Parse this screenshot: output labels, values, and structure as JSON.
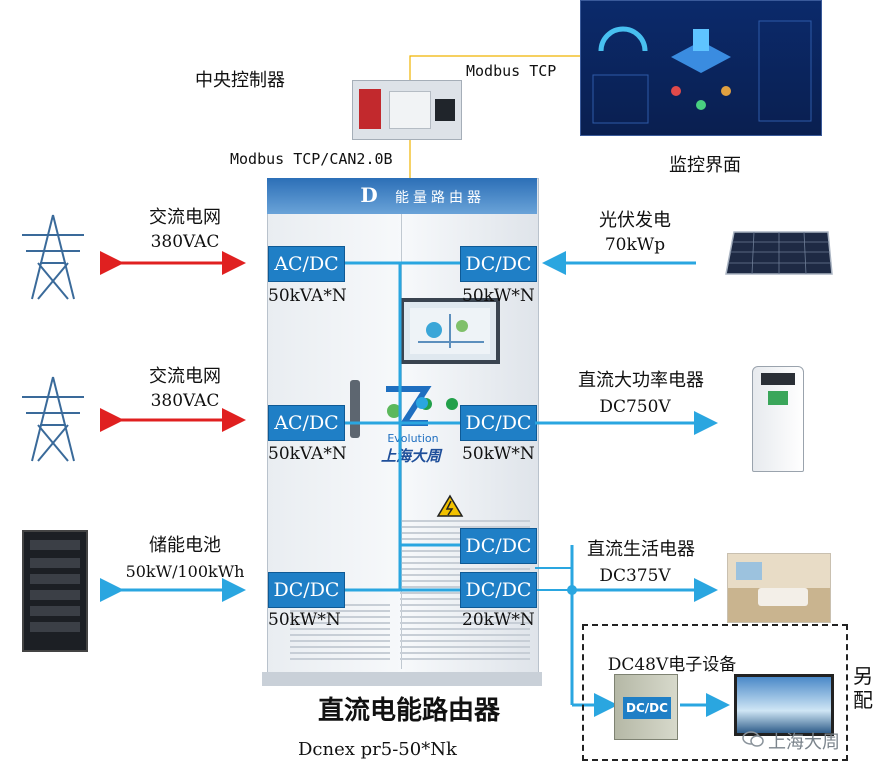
{
  "central_controller": {
    "title": "中央控制器"
  },
  "protocols": {
    "top": "Modbus TCP",
    "left": "Modbus TCP/CAN2.0B"
  },
  "monitor": {
    "title": "监控界面"
  },
  "cabinet": {
    "name_plate": "能量路由器"
  },
  "left_sources": [
    {
      "title": "交流电网",
      "value": "380VAC"
    },
    {
      "title": "交流电网",
      "value": "380VAC"
    },
    {
      "title": "储能电池",
      "value": "50kW/100kWh"
    }
  ],
  "right_loads": [
    {
      "title": "光伏发电",
      "value": "70kWp"
    },
    {
      "title": "直流大功率电器",
      "value": "DC750V"
    },
    {
      "title": "直流生活电器",
      "value": "DC375V"
    }
  ],
  "converters": {
    "left": [
      {
        "type": "AC/DC",
        "rating": "50kVA*N"
      },
      {
        "type": "AC/DC",
        "rating": "50kVA*N"
      },
      {
        "type": "DC/DC",
        "rating": "50kW*N"
      }
    ],
    "right": [
      {
        "type": "DC/DC",
        "rating": "50kW*N"
      },
      {
        "type": "DC/DC",
        "rating": "50kW*N"
      },
      {
        "type": "DC/DC",
        "rating": ""
      },
      {
        "type": "DC/DC",
        "rating": "20kW*N"
      }
    ]
  },
  "logo": {
    "name": "Evolution",
    "cn": "上海大周"
  },
  "extra": {
    "device": "DC48V电子设备",
    "converter": "DC/DC",
    "side_label": "另配"
  },
  "product": {
    "title": "直流电能路由器",
    "model": "Dcnex pr5-50*Nk"
  },
  "watermark": "上海大周",
  "colors": {
    "converter": "#1f7fc6",
    "ac_arrow": "#e02020",
    "dc_arrow": "#2aa6e0",
    "bus": "#2aa6e0",
    "signal": "#f0b400"
  }
}
